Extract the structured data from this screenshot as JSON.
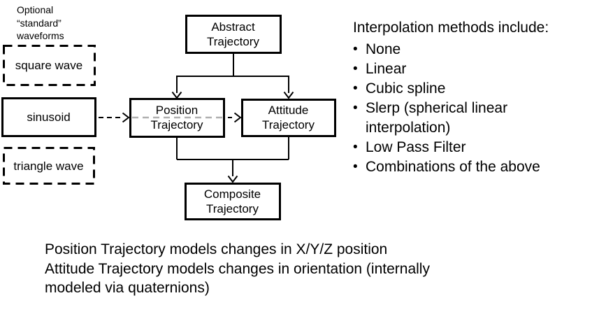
{
  "colors": {
    "background": "#ffffff",
    "box_border": "#000000",
    "text": "#000000",
    "dashed_gray": "#b0b0b0"
  },
  "waveform_panel": {
    "label": "Optional\n“standard”\nwaveforms",
    "boxes": [
      {
        "label": "square wave",
        "style": "dashed"
      },
      {
        "label": "sinusoid",
        "style": "solid"
      },
      {
        "label": "triangle wave",
        "style": "dashed"
      }
    ]
  },
  "diagram": {
    "nodes": [
      {
        "id": "abstract",
        "label": "Abstract\nTrajectory"
      },
      {
        "id": "position",
        "label": "Position\nTrajectory"
      },
      {
        "id": "attitude",
        "label": "Attitude\nTrajectory"
      },
      {
        "id": "composite",
        "label": "Composite\nTrajectory"
      }
    ]
  },
  "interpolation": {
    "heading": "Interpolation methods include:",
    "bullet": "•",
    "items": [
      "None",
      "Linear",
      "Cubic spline",
      "Slerp (spherical linear\ninterpolation)",
      "Low Pass Filter",
      "Combinations of the above"
    ]
  },
  "footnote": {
    "text": "Position Trajectory models changes in X/Y/Z position\nAttitude Trajectory models changes in orientation (internally\nmodeled via quaternions)"
  }
}
